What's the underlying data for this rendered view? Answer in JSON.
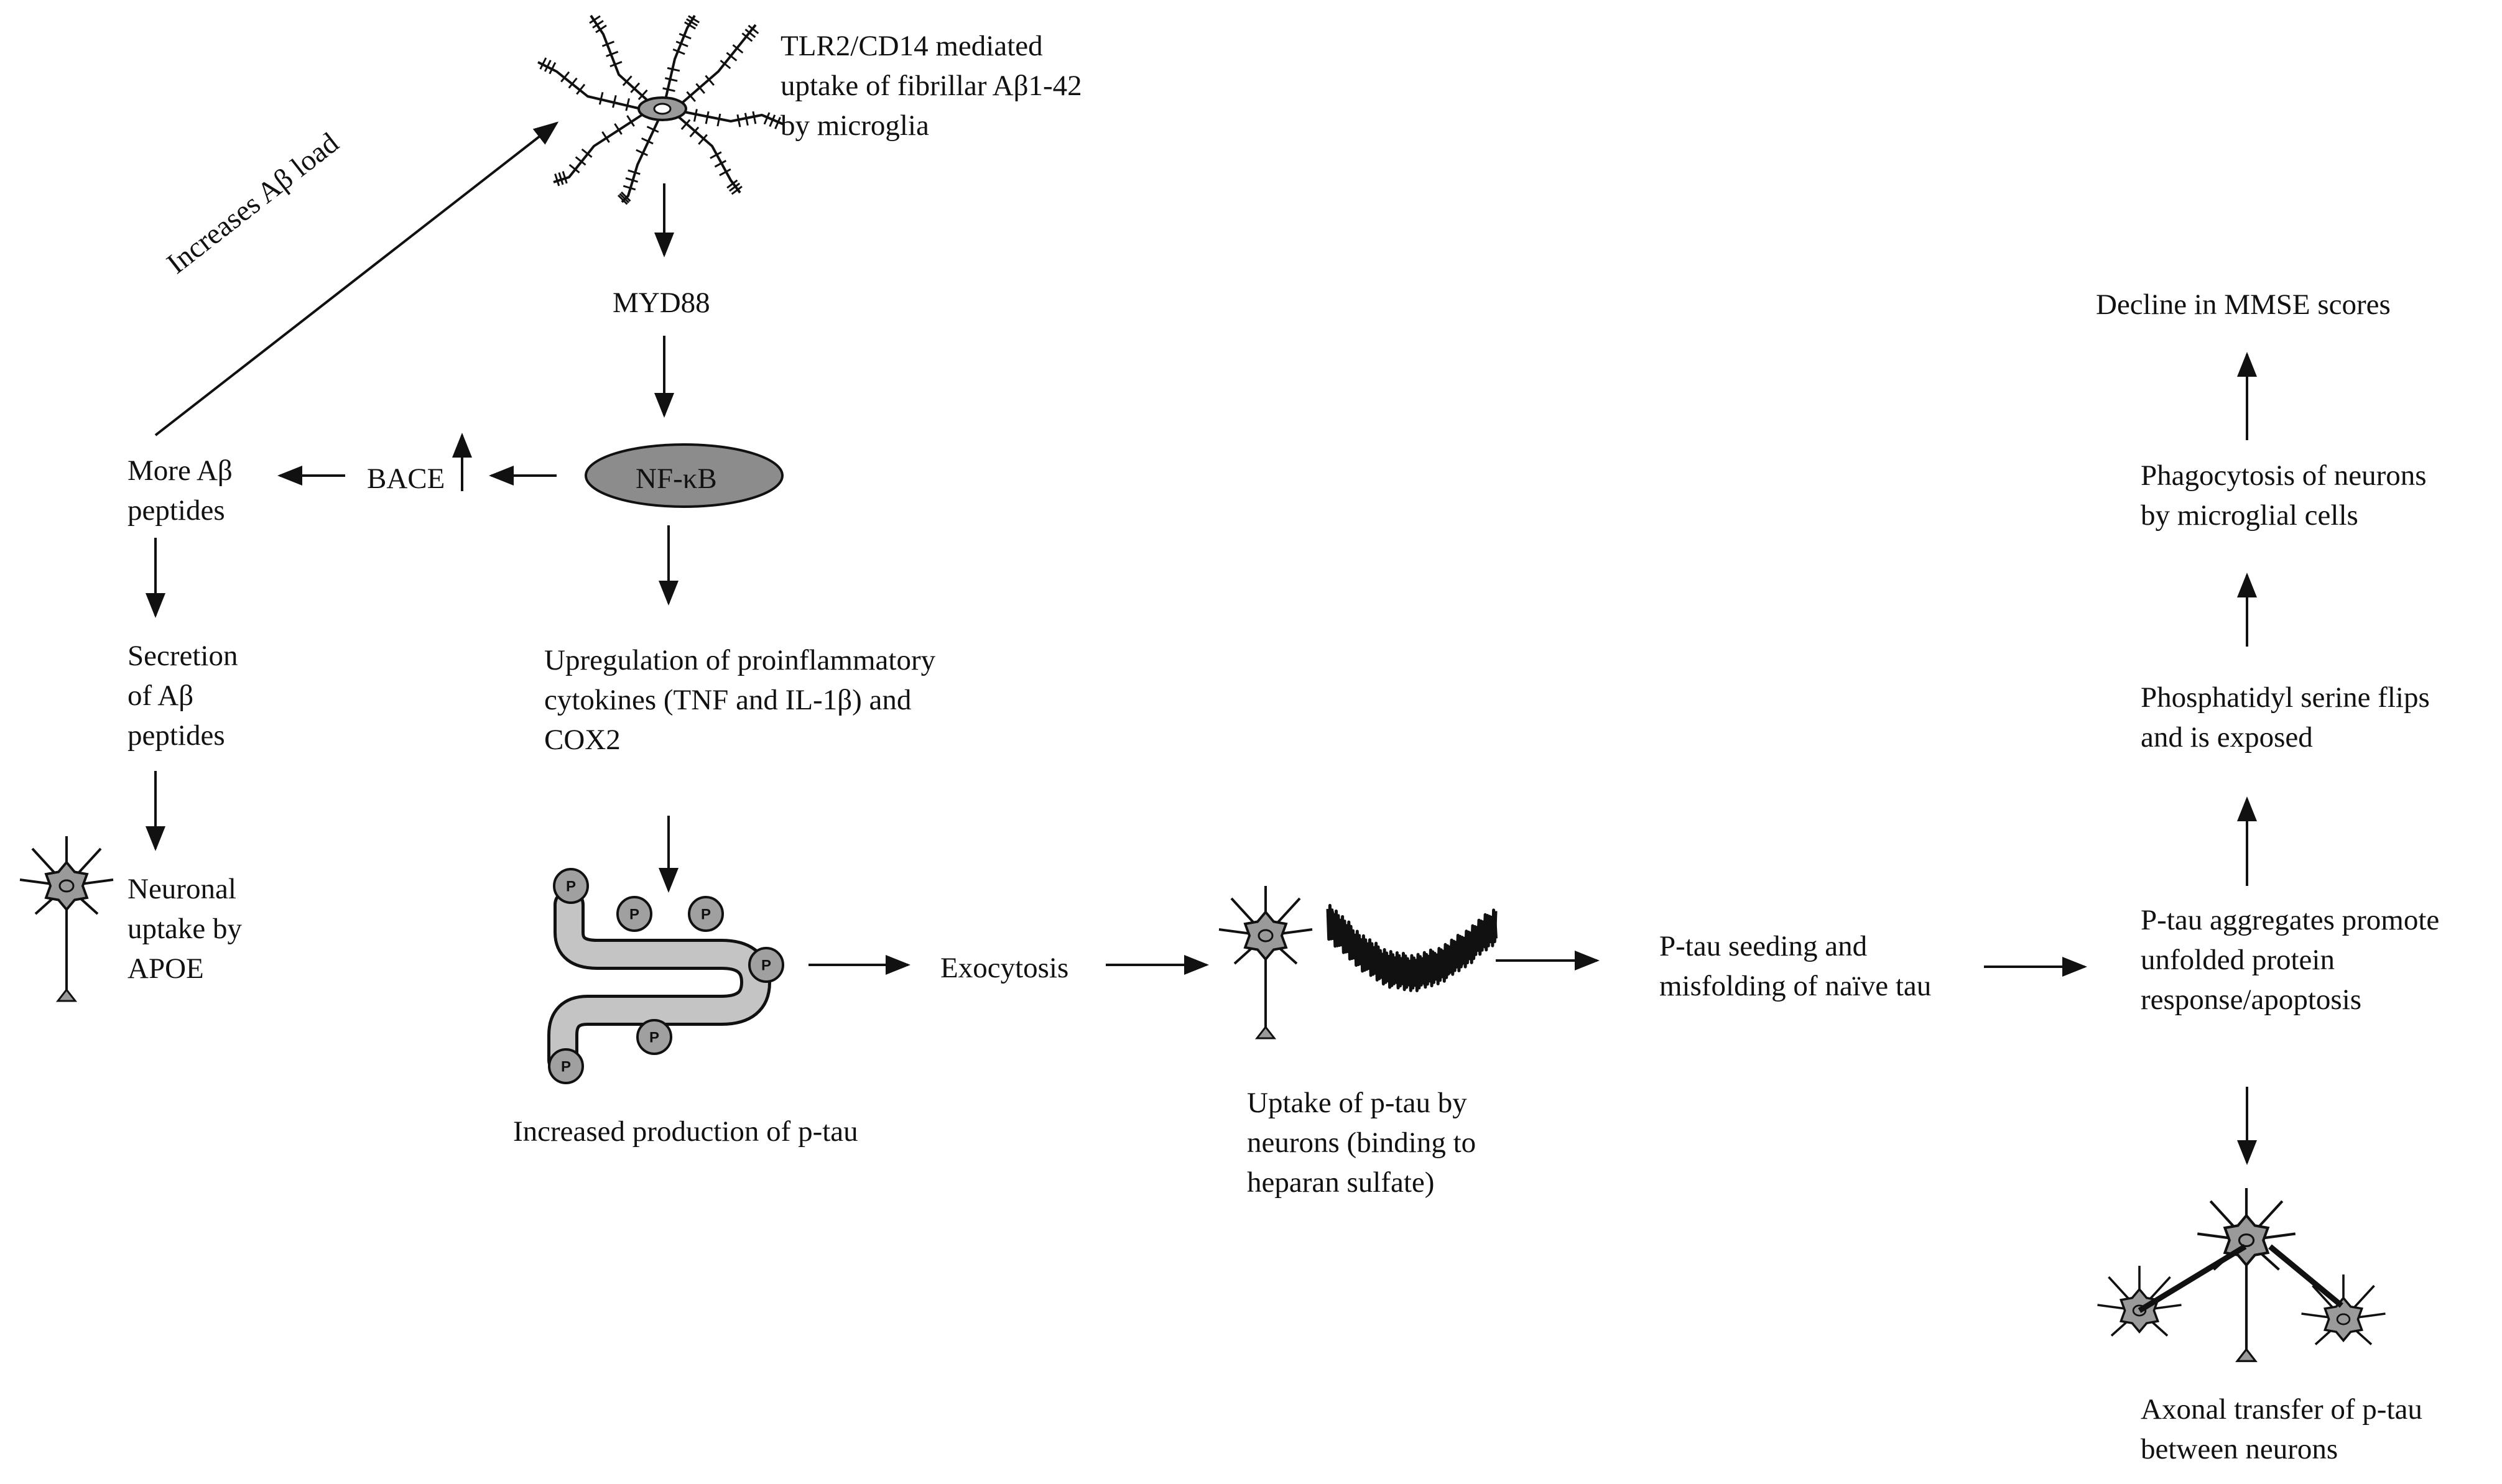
{
  "labels": {
    "tlr2": "TLR2/CD14 mediated\nuptake of fibrillar Aβ1-42\nby microglia",
    "increases": "Increases Aβ load",
    "myd88": "MYD88",
    "nfkb": "NF-κB",
    "bace": "BACE",
    "more_ab": "More Aβ\npeptides",
    "secretion": "Secretion\nof Aβ\npeptides",
    "neuronal_uptake": "Neuronal\nuptake by\nAPOE",
    "upregulation": "Upregulation of proinflammatory\ncytokines (TNF and IL-1β) and\nCOX2",
    "increased_ptau": "Increased production of p-tau",
    "p_marker": "P",
    "exocytosis": "Exocytosis",
    "uptake_ptau": "Uptake of p-tau by\nneurons (binding to\nheparan sulfate)",
    "seeding": "P-tau seeding and\nmisfolding of naïve tau",
    "aggregates": "P-tau aggregates promote\nunfolded protein\nresponse/apoptosis",
    "axonal": "Axonal transfer of p-tau\nbetween neurons",
    "phosphatidyl": "Phosphatidyl serine flips\nand is exposed",
    "phagocytosis": "Phagocytosis of neurons\nby microglial cells",
    "mmse": "Decline in MMSE scores"
  },
  "colors": {
    "nfkb_fill": "#8c8c8c",
    "cell_fill": "#9a9a9a",
    "tau_fill": "#c4c4c4",
    "p_fill": "#a0a0a0",
    "line": "#111111"
  }
}
